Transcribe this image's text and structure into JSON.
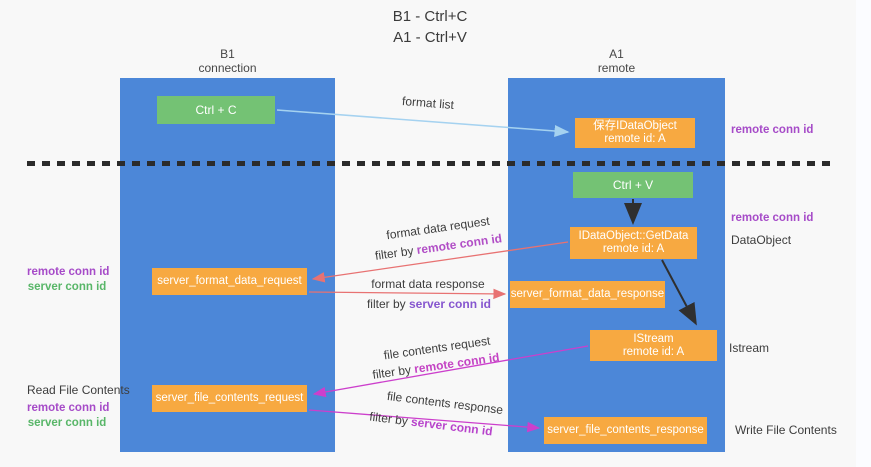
{
  "title": {
    "line1": "B1 - Ctrl+C",
    "line2": "A1 - Ctrl+V"
  },
  "colors": {
    "column_blue": "#4c87d8",
    "box_green": "#74c274",
    "box_orange": "#f7a941",
    "arrow_light_blue": "#a5d2f0",
    "arrow_red": "#e87272",
    "arrow_magenta": "#cc3fcc",
    "arrow_black": "#2f2f2f",
    "purple_text": "#a64bc8",
    "green_text": "#58b668"
  },
  "columns": {
    "left": {
      "title": "B1",
      "subtitle": "connection"
    },
    "right": {
      "title": "A1",
      "subtitle": "remote"
    }
  },
  "boxes": {
    "ctrl_c": {
      "label": "Ctrl + C"
    },
    "ctrl_v": {
      "label": "Ctrl + V"
    },
    "save_dataobject": {
      "line1": "保存IDataObject",
      "line2": "remote id: A"
    },
    "getdata": {
      "line1": "IDataObject::GetData",
      "line2": "remote id: A"
    },
    "istream": {
      "line1": "IStream",
      "line2": "remote id: A"
    },
    "format_request": {
      "label": "server_format_data_request"
    },
    "format_response": {
      "label": "server_format_data_response"
    },
    "file_request": {
      "label": "server_file_contents_request"
    },
    "file_response": {
      "label": "server_file_contents_response"
    }
  },
  "arrow_labels": {
    "format_list": "format list",
    "format_request": {
      "line1": "format data request",
      "filter_prefix": "filter by ",
      "filter_id": "remote conn id"
    },
    "format_response": {
      "line1": "format data response",
      "filter_prefix": "filter by ",
      "filter_id": "server conn id"
    },
    "file_request": {
      "line1": "file contents request",
      "filter_prefix": "filter by ",
      "filter_id": "remote conn id"
    },
    "file_response": {
      "line1": "file contents response",
      "filter_prefix": "filter by ",
      "filter_id": "server conn id"
    }
  },
  "side_labels": {
    "right_top_conn": "remote conn id",
    "right_mid_conn": "remote conn id",
    "right_dataobject": "DataObject",
    "right_istream": "Istream",
    "right_write": "Write File Contents",
    "left_remote_conn": "remote conn id",
    "left_server_conn": "server conn id",
    "left_read": "Read File Contents",
    "left_remote_conn2": "remote conn id",
    "left_server_conn2": "server conn id"
  }
}
